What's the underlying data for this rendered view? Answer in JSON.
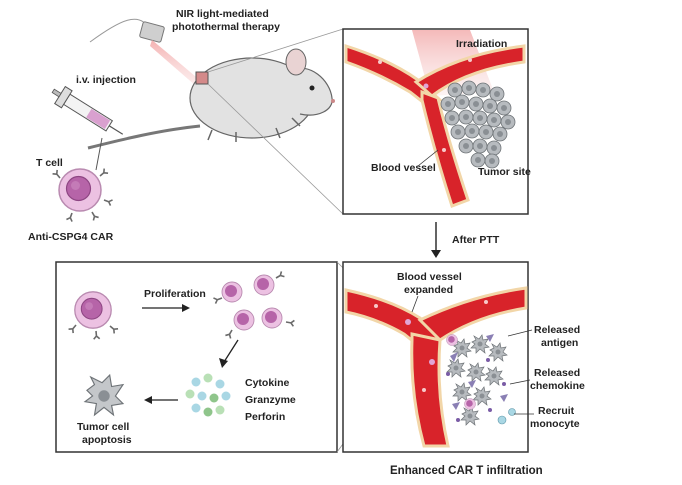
{
  "labels": {
    "nir_line1": "NIR light-mediated",
    "nir_line2": "photothermal therapy",
    "iv_injection": "i.v. injection",
    "t_cell": "T cell",
    "anti_car": "Anti-CSPG4 CAR",
    "irradiation": "Irradiation",
    "blood_vessel": "Blood vessel",
    "tumor_site": "Tumor site",
    "after_ptt": "After PTT",
    "proliferation": "Proliferation",
    "cytokine": "Cytokine",
    "granzyme": "Granzyme",
    "perforin": "Perforin",
    "tumor_apop_1": "Tumor cell",
    "tumor_apop_2": "apoptosis",
    "bv_expanded_1": "Blood vessel",
    "bv_expanded_2": "expanded",
    "released_antigen_1": "Released",
    "released_antigen_2": "antigen",
    "released_chemokine_1": "Released",
    "released_chemokine_2": "chemokine",
    "recruit_1": "Recruit",
    "recruit_2": "monocyte",
    "enhanced": "Enhanced CAR T infiltration"
  },
  "colors": {
    "vessel_red": "#d8232a",
    "vessel_wall": "#f2d6a8",
    "tcell_pink": "#e9b7dc",
    "tcell_nucleus": "#b45ea6",
    "tumor_gray": "#a8acb0",
    "irradiation_pink": "#f4c4c4",
    "mouse_gray": "#d9d9d9"
  }
}
